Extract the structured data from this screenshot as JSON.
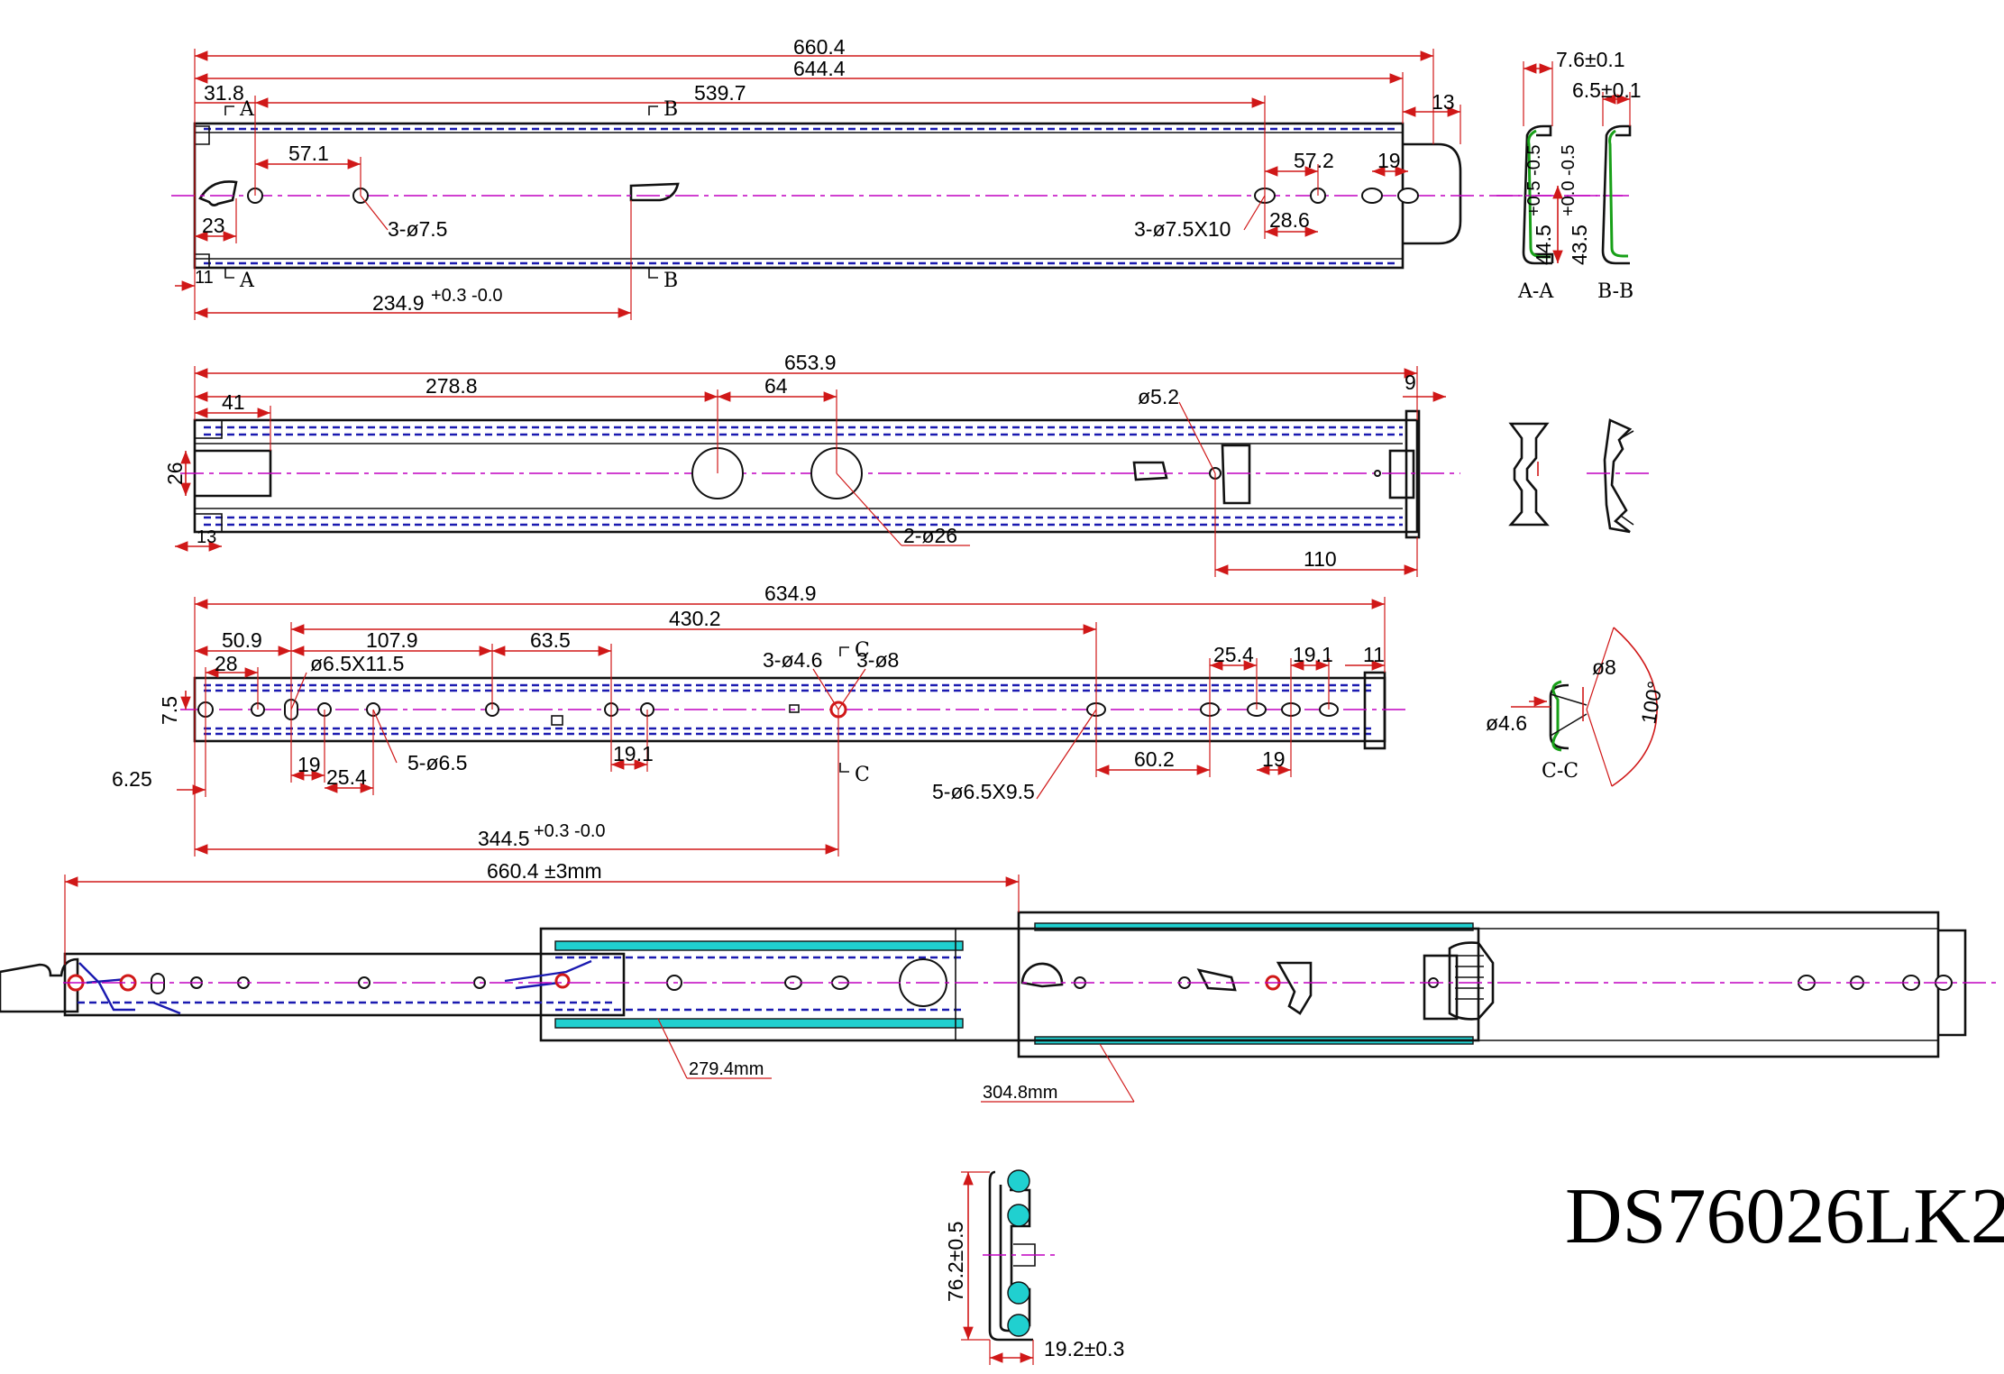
{
  "drawing": {
    "part_number": "DS76026LK2",
    "colors": {
      "dimension": "#d01818",
      "outline": "#111111",
      "hidden": "#1a1ab0",
      "centerline": "#c000c0",
      "bearing": "#20d0d0",
      "section_fill": "#18a018"
    },
    "view1": {
      "dims": {
        "overall": "660.4",
        "inner": "644.4",
        "hole_span": "539.7",
        "end_offset": "31.8",
        "end_gap": "13",
        "pitch_left": "57.1",
        "pitch_right": "57.2",
        "pitch_end": "19",
        "slot_pitch": "28.6",
        "left_notch": "23",
        "left_edge": "11",
        "section_b_pos": "234.9",
        "section_b_tol": "+0.3 -0.0"
      },
      "callouts": {
        "holes_left": "3-ø7.5",
        "holes_right": "3-ø7.5X10"
      },
      "section_marks": {
        "a_top": "A",
        "a_bottom": "A",
        "b_top": "B",
        "b_bottom": "B"
      }
    },
    "section_aa": {
      "label": "A-A",
      "top_dim": "7.6±0.1",
      "height_dim": "44.5",
      "height_tol": "+0.5 -0.5"
    },
    "section_bb": {
      "label": "B-B",
      "top_dim": "6.5±0.1",
      "height_dim": "43.5",
      "height_tol": "+0.0 -0.5"
    },
    "view2": {
      "dims": {
        "overall": "653.9",
        "to_hole": "278.8",
        "hole_pitch": "64",
        "end_gap": "9",
        "left_step": "41",
        "height": "26",
        "bottom_left": "13",
        "right_len": "110"
      },
      "callouts": {
        "small_hole": "ø5.2",
        "big_holes": "2-ø26"
      }
    },
    "view3": {
      "dims": {
        "overall": "634.9",
        "span": "430.2",
        "d_50_9": "50.9",
        "d_28": "28",
        "d_107_9": "107.9",
        "d_63_5": "63.5",
        "d_25_4_r": "25.4",
        "d_19_1_r": "19.1",
        "d_11": "11",
        "d_7_5": "7.5",
        "d_6_25": "6.25",
        "d_19_l": "19",
        "d_25_4_l": "25.4",
        "d_19_1_m": "19.1",
        "d_60_2": "60.2",
        "d_19_r": "19",
        "d_344_5": "344.5",
        "d_344_5_tol": "+0.3 -0.0"
      },
      "callouts": {
        "slot_left": "ø6.5X11.5",
        "holes_6_5": "5-ø6.5",
        "holes_4_6": "3-ø4.6",
        "holes_8": "3-ø8",
        "slots_right": "5-ø6.5X9.5"
      },
      "section_marks": {
        "c_top": "C",
        "c_bottom": "C"
      }
    },
    "section_cc": {
      "label": "C-C",
      "d_8": "ø8",
      "d_4_6": "ø4.6",
      "angle": "100°"
    },
    "assembly": {
      "extension": "660.4 ±3mm",
      "middle_len": "279.4mm",
      "outer_len": "304.8mm"
    },
    "profile": {
      "height": "76.2±0.5",
      "width": "19.2±0.3"
    }
  }
}
